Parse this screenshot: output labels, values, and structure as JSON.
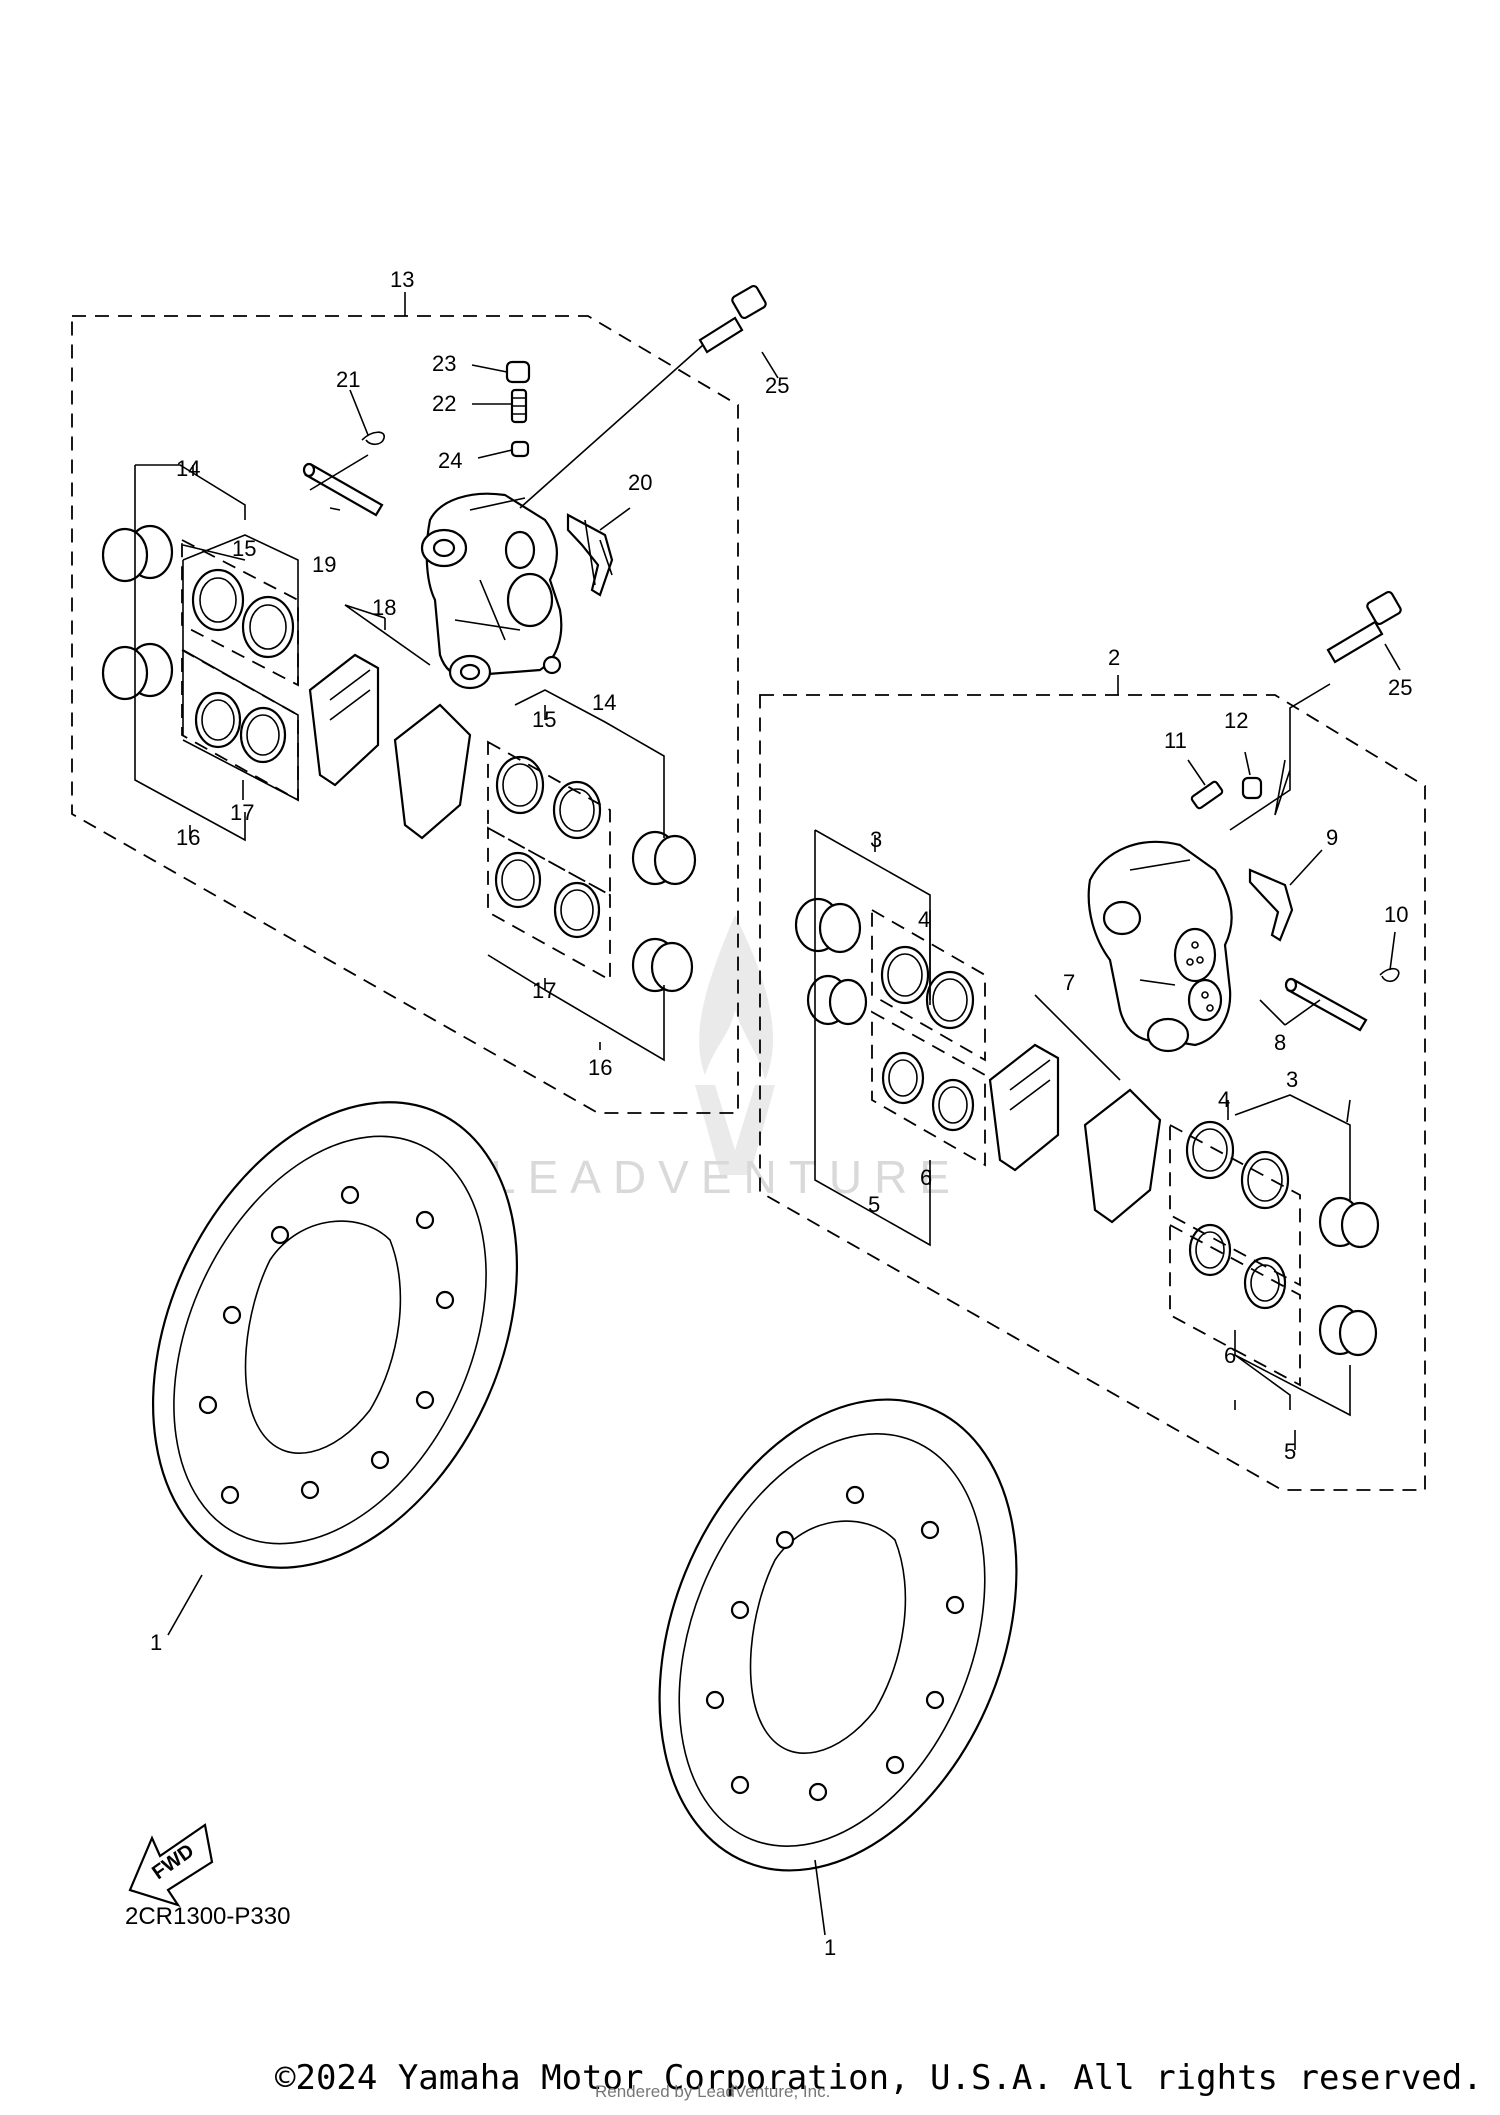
{
  "diagram": {
    "code": "2CR1300-P330",
    "watermark": "LEADVENTURE",
    "copyright": "©2024 Yamaha Motor Corporation, U.S.A. All rights reserved.",
    "rendered_by": "Rendered by LeadVenture, Inc.",
    "fwd_label": "FWD",
    "callouts": {
      "c1a": "1",
      "c1b": "1",
      "c2": "2",
      "c3a": "3",
      "c3b": "3",
      "c4a": "4",
      "c4b": "4",
      "c5a": "5",
      "c5b": "5",
      "c6a": "6",
      "c6b": "6",
      "c7": "7",
      "c8": "8",
      "c9": "9",
      "c10": "10",
      "c11": "11",
      "c12": "12",
      "c13": "13",
      "c14a": "14",
      "c14b": "14",
      "c15a": "15",
      "c15b": "15",
      "c16a": "16",
      "c16b": "16",
      "c17a": "17",
      "c17b": "17",
      "c18": "18",
      "c19": "19",
      "c20": "20",
      "c21": "21",
      "c22": "22",
      "c23": "23",
      "c24": "24",
      "c25a": "25",
      "c25b": "25"
    }
  }
}
